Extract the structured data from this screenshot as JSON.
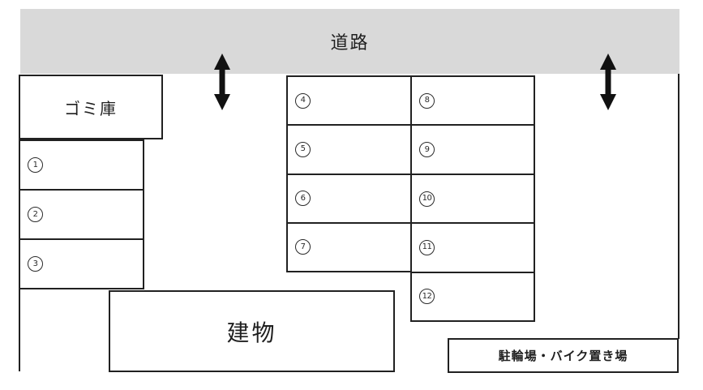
{
  "diagram": {
    "road": {
      "label": "道路"
    },
    "garbage_room": {
      "label": "ゴミ庫"
    },
    "building": {
      "label": "建物"
    },
    "bicycle_area": {
      "label": "駐輪場・バイク置き場"
    },
    "parking_spots": {
      "left_column": [
        "1",
        "2",
        "3"
      ],
      "middle_column": [
        "4",
        "5",
        "6",
        "7"
      ],
      "right_column": [
        "8",
        "9",
        "10",
        "11",
        "12"
      ]
    },
    "icons": {
      "entrance_arrow": "double-vertical-arrow"
    },
    "colors": {
      "road_fill": "#d9d9d9",
      "line": "#212121",
      "background": "#ffffff"
    }
  }
}
